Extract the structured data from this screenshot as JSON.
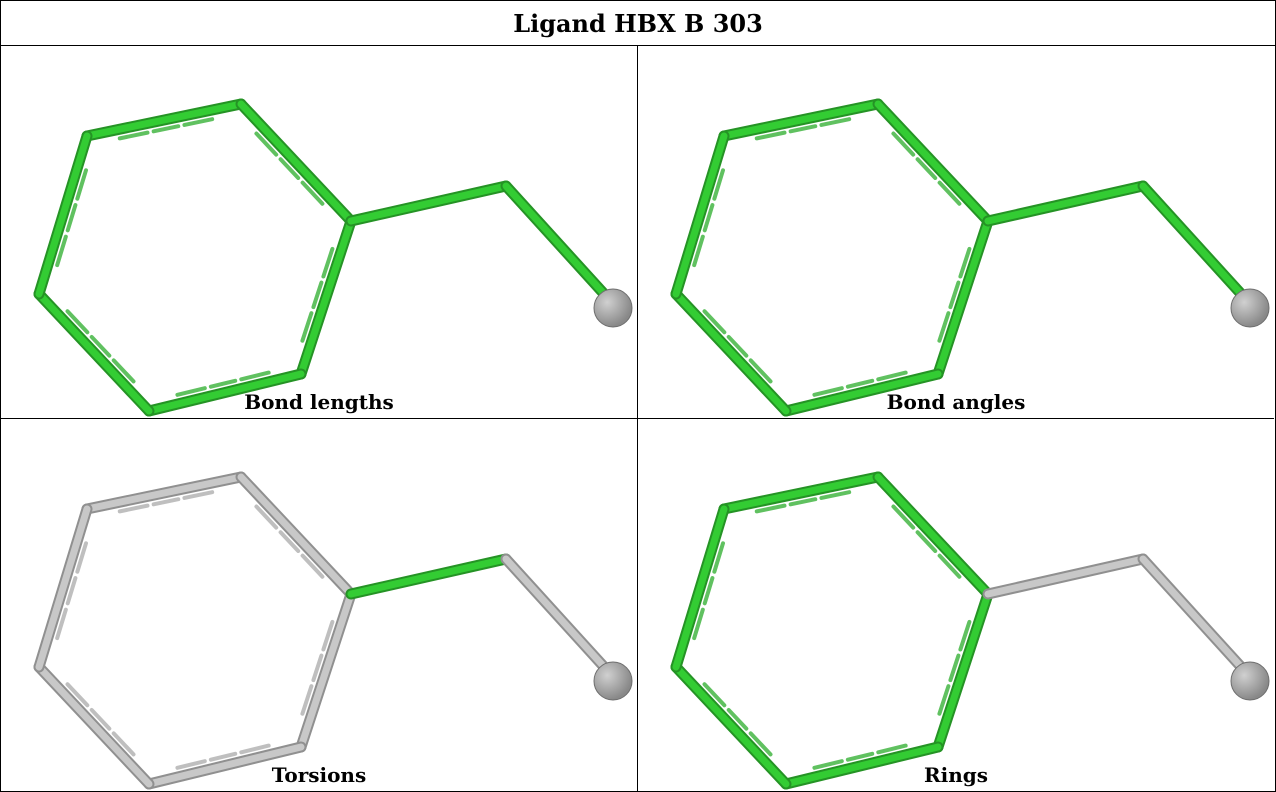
{
  "title": "Ligand HBX B 303",
  "panels": [
    {
      "caption": "Bond lengths",
      "ring_color": "#33cc33",
      "chain1_color": "#33cc33",
      "chain2_color": "#33cc33"
    },
    {
      "caption": "Bond angles",
      "ring_color": "#33cc33",
      "chain1_color": "#33cc33",
      "chain2_color": "#33cc33"
    },
    {
      "caption": "Torsions",
      "ring_color": "#c8c8c8",
      "chain1_color": "#33cc33",
      "chain2_color": "#c8c8c8"
    },
    {
      "caption": "Rings",
      "ring_color": "#33cc33",
      "chain1_color": "#c8c8c8",
      "chain2_color": "#c8c8c8"
    }
  ],
  "atom_color": "#888888"
}
